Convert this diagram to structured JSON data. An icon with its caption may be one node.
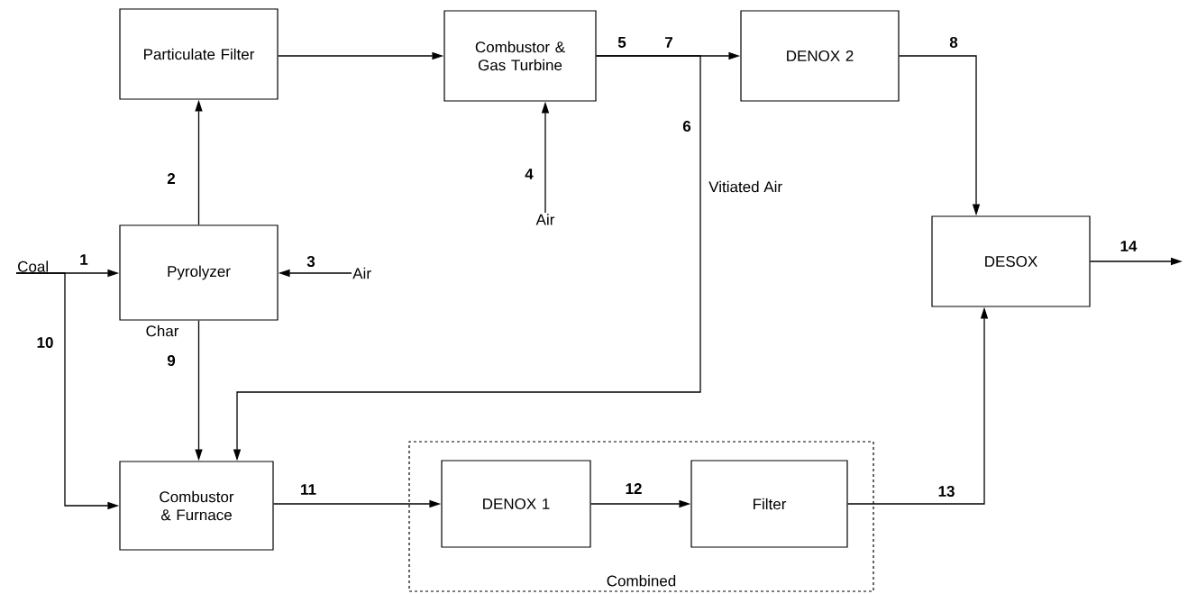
{
  "diagram": {
    "nodes": [
      {
        "text": [
          "Particulate Filter"
        ]
      },
      {
        "text": [
          "Combustor & Gas Turbine"
        ]
      },
      {
        "text": [
          "DENOX 2"
        ]
      },
      {
        "text": [
          "Pyrolyzer"
        ]
      },
      {
        "text": [
          "DESOX"
        ]
      },
      {
        "text": [
          "Combustor & Furnace"
        ]
      },
      {
        "text": [
          "Combined"
        ]
      },
      {
        "text": [
          "DENOX 1"
        ],
        "in": 6
      },
      {
        "text": [
          "Filter"
        ],
        "in": 6
      },
      {
        "text": [
          "Coal"
        ]
      },
      {
        "text": [
          "Air"
        ]
      },
      {
        "text": [
          "Air"
        ]
      }
    ],
    "edges": [
      {
        "from": 9,
        "to": 3,
        "arrow": "to",
        "label": "1"
      },
      {
        "from": 9,
        "to": 5,
        "arrow": "to",
        "label": "10"
      },
      {
        "from": 3,
        "to": 0,
        "arrow": "to",
        "label": "2"
      },
      {
        "from": 10,
        "to": 3,
        "arrow": "to",
        "label": "3"
      },
      {
        "from": 11,
        "to": 1,
        "arrow": "to",
        "label": "4"
      },
      {
        "from": 0,
        "to": 1,
        "arrow": "to"
      },
      {
        "from": 1,
        "to": 2,
        "arrow": "to",
        "label": "7"
      },
      {
        "from": 1,
        "to": 5,
        "arrow": "to",
        "label": "6"
      },
      {
        "from": 2,
        "to": 4,
        "arrow": "to",
        "label": "8"
      },
      {
        "from": 4,
        "to": null,
        "arrow": "to",
        "label": "14"
      },
      {
        "from": 3,
        "to": 5,
        "arrow": "to",
        "label": "9"
      },
      {
        "from": 5,
        "to": 7,
        "arrow": "to",
        "label": "11"
      },
      {
        "from": 7,
        "to": 8,
        "arrow": "to",
        "label": "12"
      },
      {
        "from": 8,
        "to": 4,
        "arrow": "to",
        "label": "13"
      }
    ],
    "labels": [
      "5",
      "Vitiated Air",
      "Char"
    ]
  }
}
